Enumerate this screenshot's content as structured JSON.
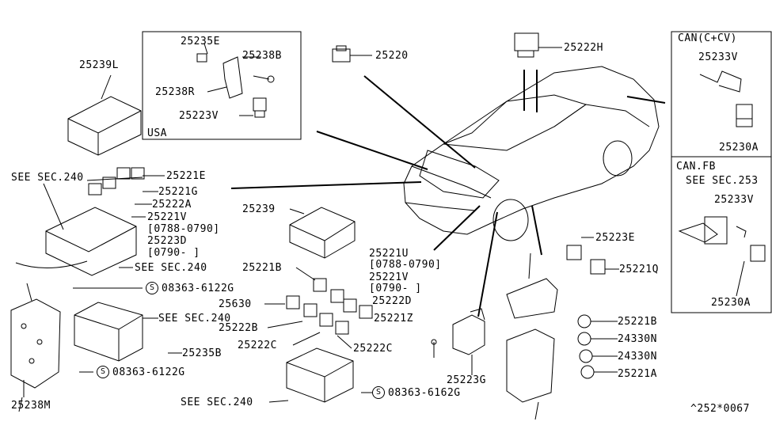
{
  "labels": {
    "p25239L": "25239L",
    "p25235E": "25235E",
    "p25238B": "25238B",
    "p25238R": "25238R",
    "p25223V": "25223V",
    "usa": "USA",
    "p25220": "25220",
    "p25222H": "25222H",
    "can_ccv": "CAN(C+CV)",
    "p25233V_a": "25233V",
    "p25230A_a": "25230A",
    "can_fb": "CAN.FB",
    "see_253": "SEE SEC.253",
    "p25233V_b": "25233V",
    "p25230A_b": "25230A",
    "see_240_a": "SEE SEC.240",
    "p25221E": "25221E",
    "p25221G": "25221G",
    "p25222A": "25222A",
    "p25221V_a": "25221V",
    "r0788_0790_a": "[0788-0790]",
    "p25223D": "25223D",
    "r0790_a": "[0790-  ]",
    "see_240_b": "SEE SEC.240",
    "p25239": "25239",
    "p25221U": "25221U",
    "r0788_0790_b": "[0788-0790]",
    "p25221V_b": "25221V",
    "r0790_b": "[0790-  ]",
    "p25221B_a": "25221B",
    "p25222D": "25222D",
    "p25630": "25630",
    "p25221Z": "25221Z",
    "p25222B": "25222B",
    "p25222C_a": "25222C",
    "p25222C_b": "25222C",
    "bolt_a": "08363-6122G",
    "see_240_c": "SEE SEC.240",
    "p25235B": "25235B",
    "bolt_b": "08363-6122G",
    "p25238M": "25238M",
    "see_240_d": "SEE SEC.240",
    "bolt_c": "08363-6162G",
    "p25223G": "25223G",
    "p25223E": "25223E",
    "p25221Q": "25221Q",
    "p25221B_b": "25221B",
    "p24330N_a": "24330N",
    "p24330N_b": "24330N",
    "p25221A": "25221A",
    "code": "^252*0067"
  },
  "symbols": {
    "s": "S"
  }
}
